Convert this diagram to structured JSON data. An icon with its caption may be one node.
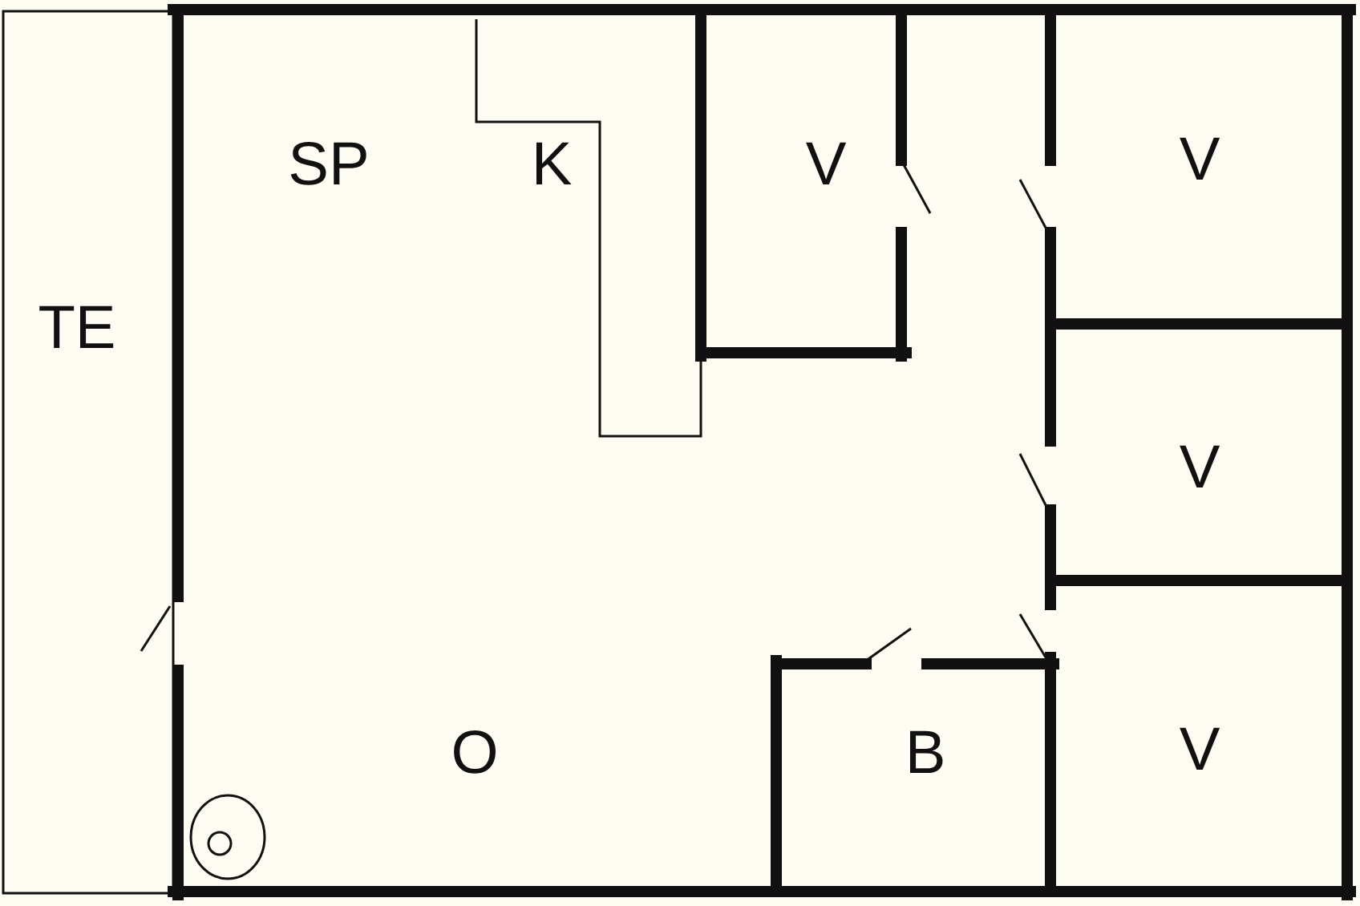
{
  "diagram": {
    "labels": [
      "SP",
      "K",
      "V",
      "V",
      "TE",
      "V",
      "O",
      "B",
      "V"
    ]
  }
}
